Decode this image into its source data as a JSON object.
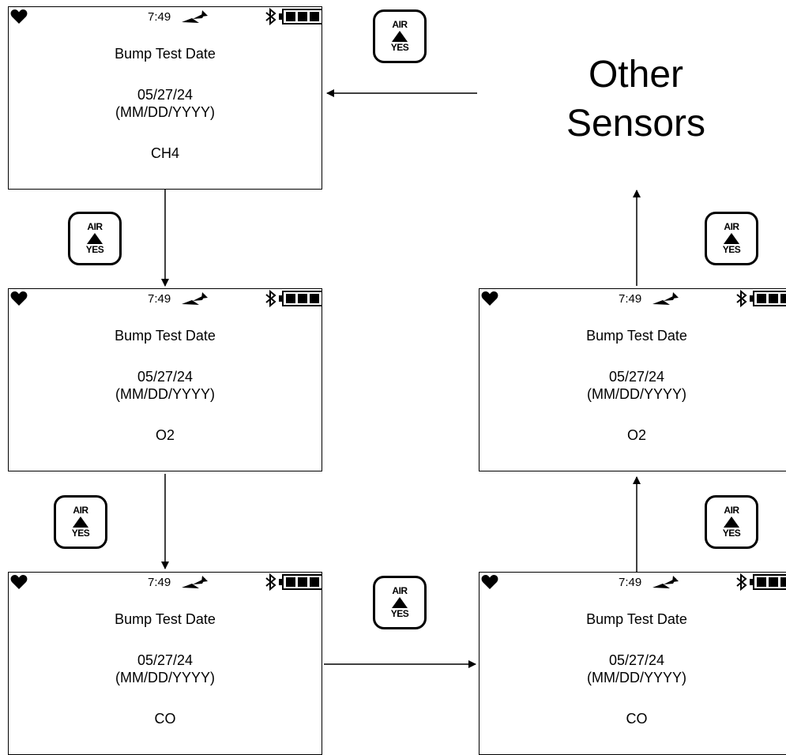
{
  "other_sensors": {
    "line1": "Other",
    "line2": "Sensors"
  },
  "air_button": {
    "top_label": "AIR",
    "bottom_label": "YES"
  },
  "screens": [
    {
      "time": "7:49",
      "title": "Bump Test Date",
      "date": "05/27/24",
      "format": "(MM/DD/YYYY)",
      "sensor": "CH4"
    },
    {
      "time": "7:49",
      "title": "Bump Test Date",
      "date": "05/27/24",
      "format": "(MM/DD/YYYY)",
      "sensor": "O2"
    },
    {
      "time": "7:49",
      "title": "Bump Test Date",
      "date": "05/27/24",
      "format": "(MM/DD/YYYY)",
      "sensor": "CO"
    },
    {
      "time": "7:49",
      "title": "Bump Test Date",
      "date": "05/27/24",
      "format": "(MM/DD/YYYY)",
      "sensor": "CO"
    },
    {
      "time": "7:49",
      "title": "Bump Test Date",
      "date": "05/27/24",
      "format": "(MM/DD/YYYY)",
      "sensor": "O2"
    }
  ],
  "icons": [
    "heart-icon",
    "signal-icon",
    "bluetooth-icon",
    "battery-icon",
    "up-triangle-icon"
  ]
}
